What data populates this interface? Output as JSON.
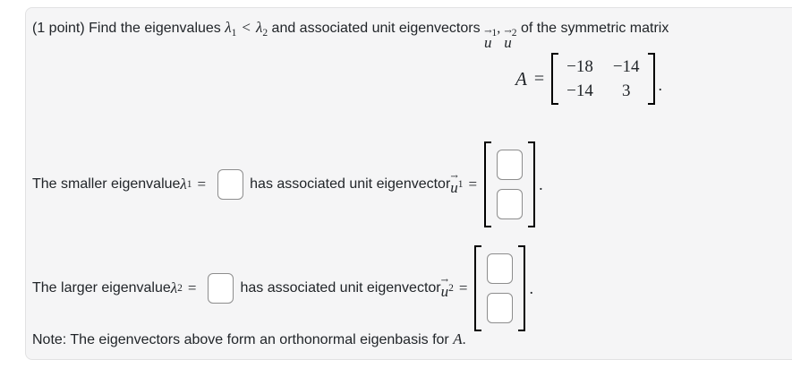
{
  "colors": {
    "panel_bg": "#f5f5f6",
    "panel_border": "#e2e2e3",
    "text": "#212529",
    "input_border": "#8d8d8d",
    "bracket": "#000000"
  },
  "statement": {
    "text1": "(1 point) Find the eigenvalues ",
    "lambda": "λ",
    "sub1": "1",
    "less_than": "<",
    "sub2": "2",
    "text2": " and associated unit eigenvectors ",
    "u": "u",
    "arrow": "→",
    "comma": ", ",
    "text3": " of the symmetric matrix"
  },
  "matrix": {
    "symbol": "A",
    "equals": "=",
    "rows": [
      [
        "−18",
        "−14"
      ],
      [
        "−14",
        "3"
      ]
    ],
    "period": "."
  },
  "rows": [
    {
      "intro": "The smaller eigenvalue ",
      "lambda": "λ",
      "lambda_sub": "1",
      "equals": "=",
      "eigenvalue_value": "",
      "mid": "has associated unit eigenvector ",
      "u": "u",
      "arrow": "→",
      "u_sub": "1",
      "equals2": "=",
      "vector_values": [
        "",
        ""
      ],
      "period": "."
    },
    {
      "intro": "The larger eigenvalue ",
      "lambda": "λ",
      "lambda_sub": "2",
      "equals": "=",
      "eigenvalue_value": "",
      "mid": "has associated unit eigenvector ",
      "u": "u",
      "arrow": "→",
      "u_sub": "2",
      "equals2": "=",
      "vector_values": [
        "",
        ""
      ],
      "period": "."
    }
  ],
  "note": {
    "text": "Note: The eigenvectors above form an orthonormal eigenbasis for ",
    "symbol": "A",
    "period": "."
  }
}
